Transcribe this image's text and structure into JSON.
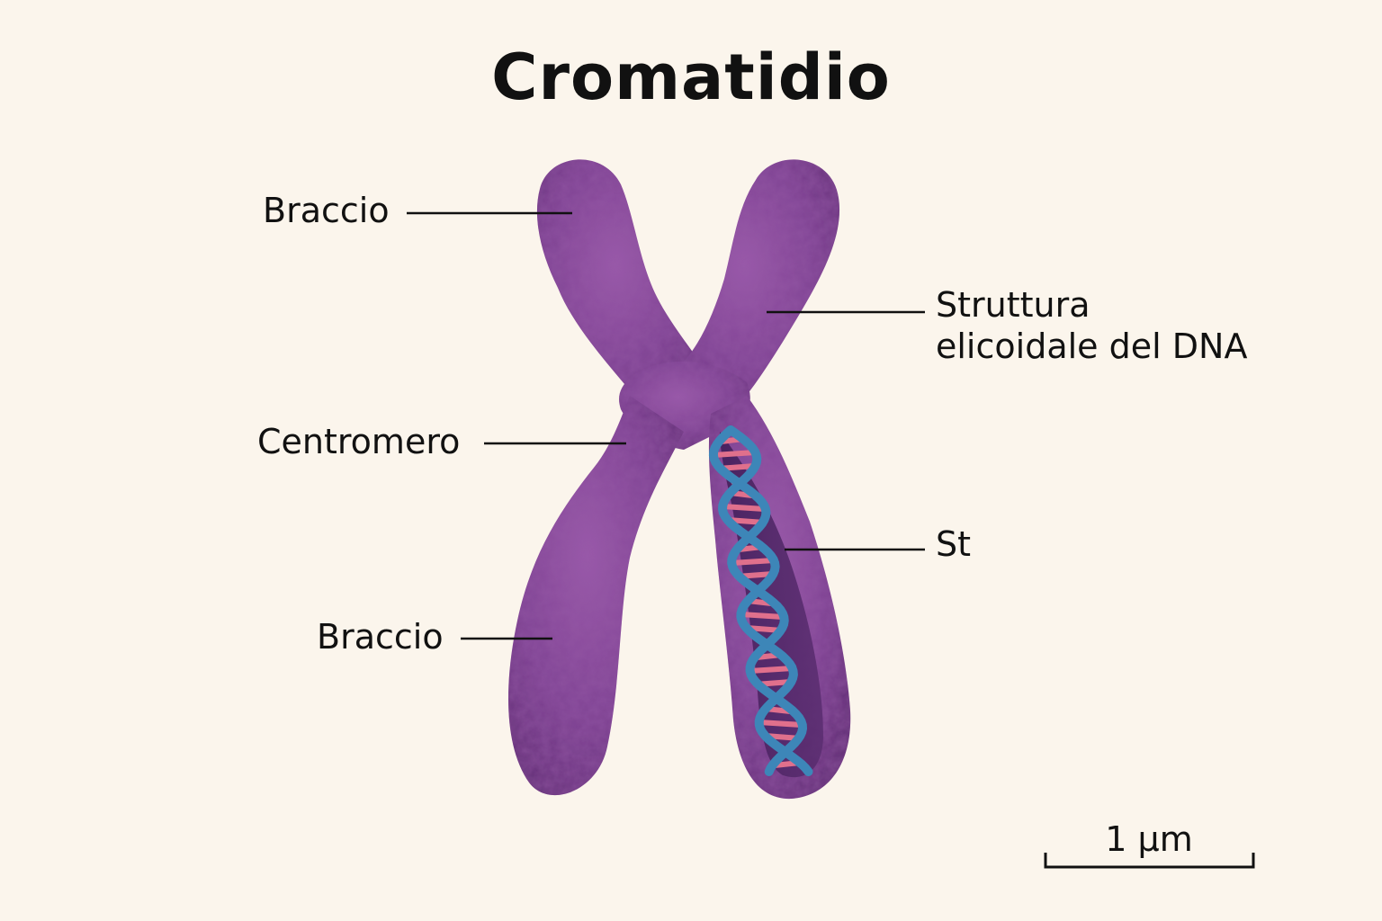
{
  "title": "Cromatidio",
  "labels": {
    "arm_top": "Braccio",
    "centromere": "Centromero",
    "arm_bottom": "Braccio",
    "helix_line1": "Struttura",
    "helix_line2": "elicoidale del DNA",
    "st": "St"
  },
  "scale_bar": {
    "label": "1 µm"
  },
  "colors": {
    "background": "#fbf5ec",
    "chromatid": "#7a3f8f",
    "dna_backbone": "#3d86b8",
    "dna_rungs": "#e0708c",
    "leader_lines": "#111111"
  }
}
